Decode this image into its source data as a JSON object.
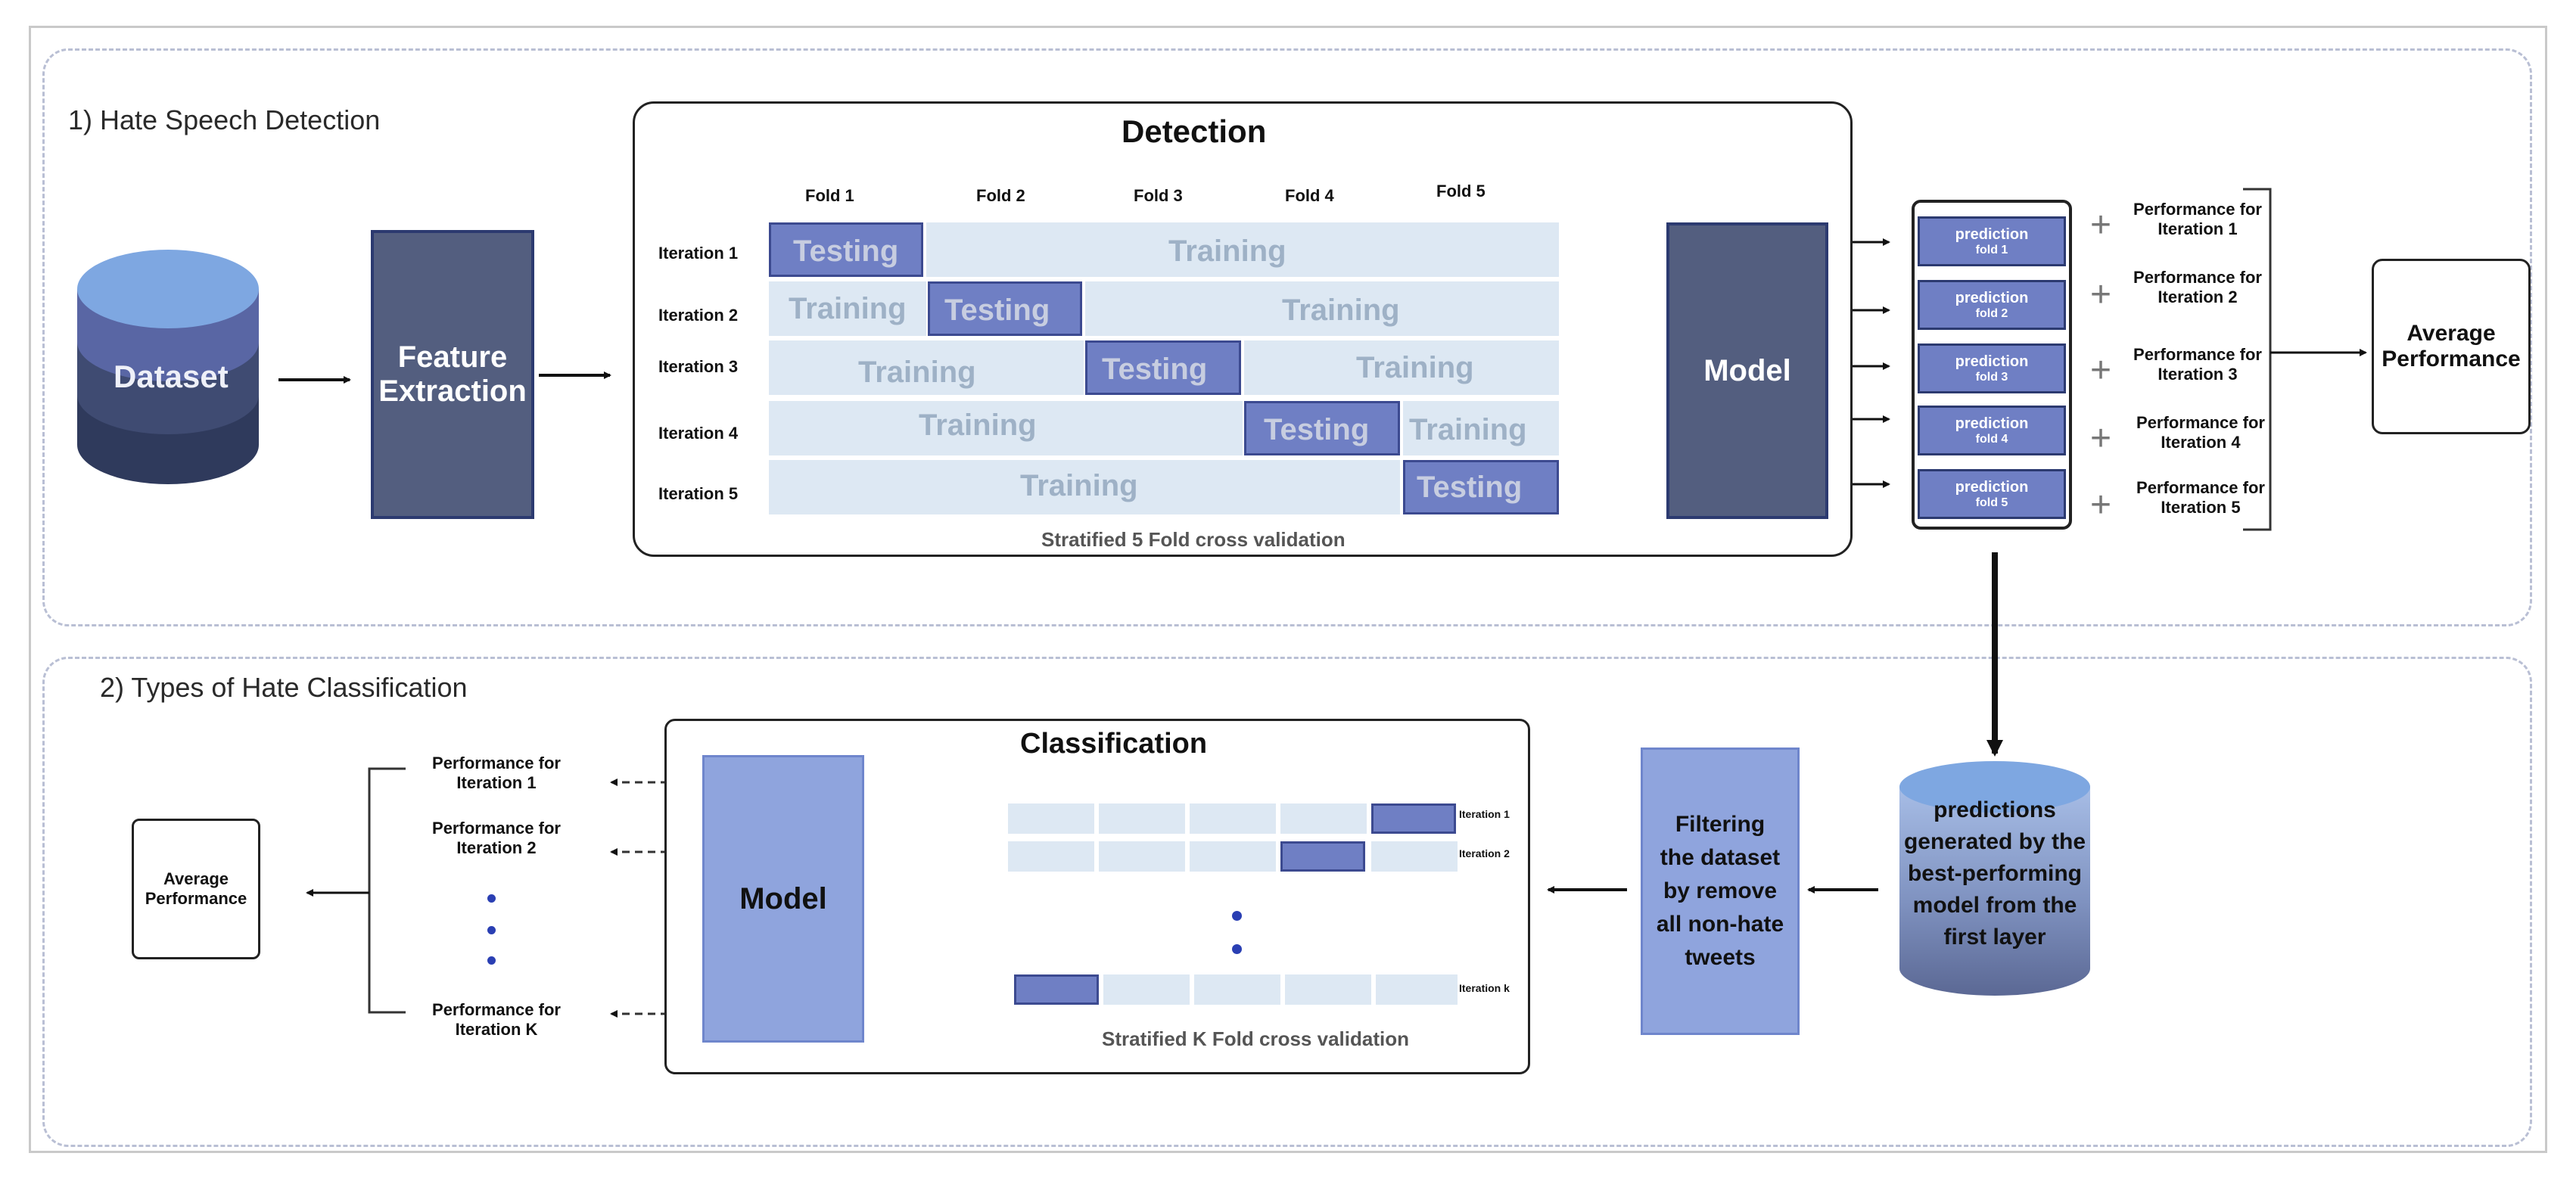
{
  "section1": {
    "title": "1)  Hate Speech Detection",
    "dataset_label": "Dataset",
    "feature_label_1": "Feature",
    "feature_label_2": "Extraction",
    "detection_title": "Detection",
    "folds": [
      "Fold 1",
      "Fold 2",
      "Fold 3",
      "Fold 4",
      "Fold 5"
    ],
    "iterations": [
      "Iteration 1",
      "Iteration 2",
      "Iteration 3",
      "Iteration 4",
      "Iteration 5"
    ],
    "testing_label": "Testing",
    "training_label": "Training",
    "cv_caption": "Stratified 5 Fold cross validation",
    "model_label": "Model",
    "predictions": [
      {
        "line1": "prediction",
        "line2": "fold 1"
      },
      {
        "line1": "prediction",
        "line2": "fold 2"
      },
      {
        "line1": "prediction",
        "line2": "fold 3"
      },
      {
        "line1": "prediction",
        "line2": "fold 4"
      },
      {
        "line1": "prediction",
        "line2": "fold 5"
      }
    ],
    "plus": "+",
    "performances": [
      {
        "line1": "Performance for",
        "line2": "Iteration 1"
      },
      {
        "line1": "Performance for",
        "line2": "Iteration 2"
      },
      {
        "line1": "Performance for",
        "line2": "Iteration 3"
      },
      {
        "line1": "Performance for",
        "line2": "Iteration 4"
      },
      {
        "line1": "Performance for",
        "line2": "Iteration 5"
      }
    ],
    "average_1": "Average",
    "average_2": "Performance"
  },
  "section2": {
    "title": "2)  Types of Hate Classification",
    "classification_title": "Classification",
    "model_label": "Model",
    "iter_labels": [
      "Iteration 1",
      "Iteration 2",
      "Iteration k"
    ],
    "cv_caption": "Stratified K Fold cross validation",
    "filter_lines": [
      "Filtering",
      "the dataset",
      "by remove",
      "all non-hate",
      "tweets"
    ],
    "pred_db_lines": [
      "predictions",
      "generated by the",
      "best-performing",
      "model from the",
      "first layer"
    ],
    "performances": [
      {
        "line1": "Performance for",
        "line2": "Iteration 1"
      },
      {
        "line1": "Performance for",
        "line2": "Iteration 2"
      },
      {
        "line1": "Performance for",
        "line2": "Iteration K"
      }
    ],
    "average_1": "Average",
    "average_2": "Performance"
  },
  "colors": {
    "dark_box": "#535e7f",
    "test_cell": "#6f7fc4",
    "grid_cell": "#dde8f3",
    "light_blue_box": "#8fa4dd",
    "db_top": "#7ea7e1"
  }
}
